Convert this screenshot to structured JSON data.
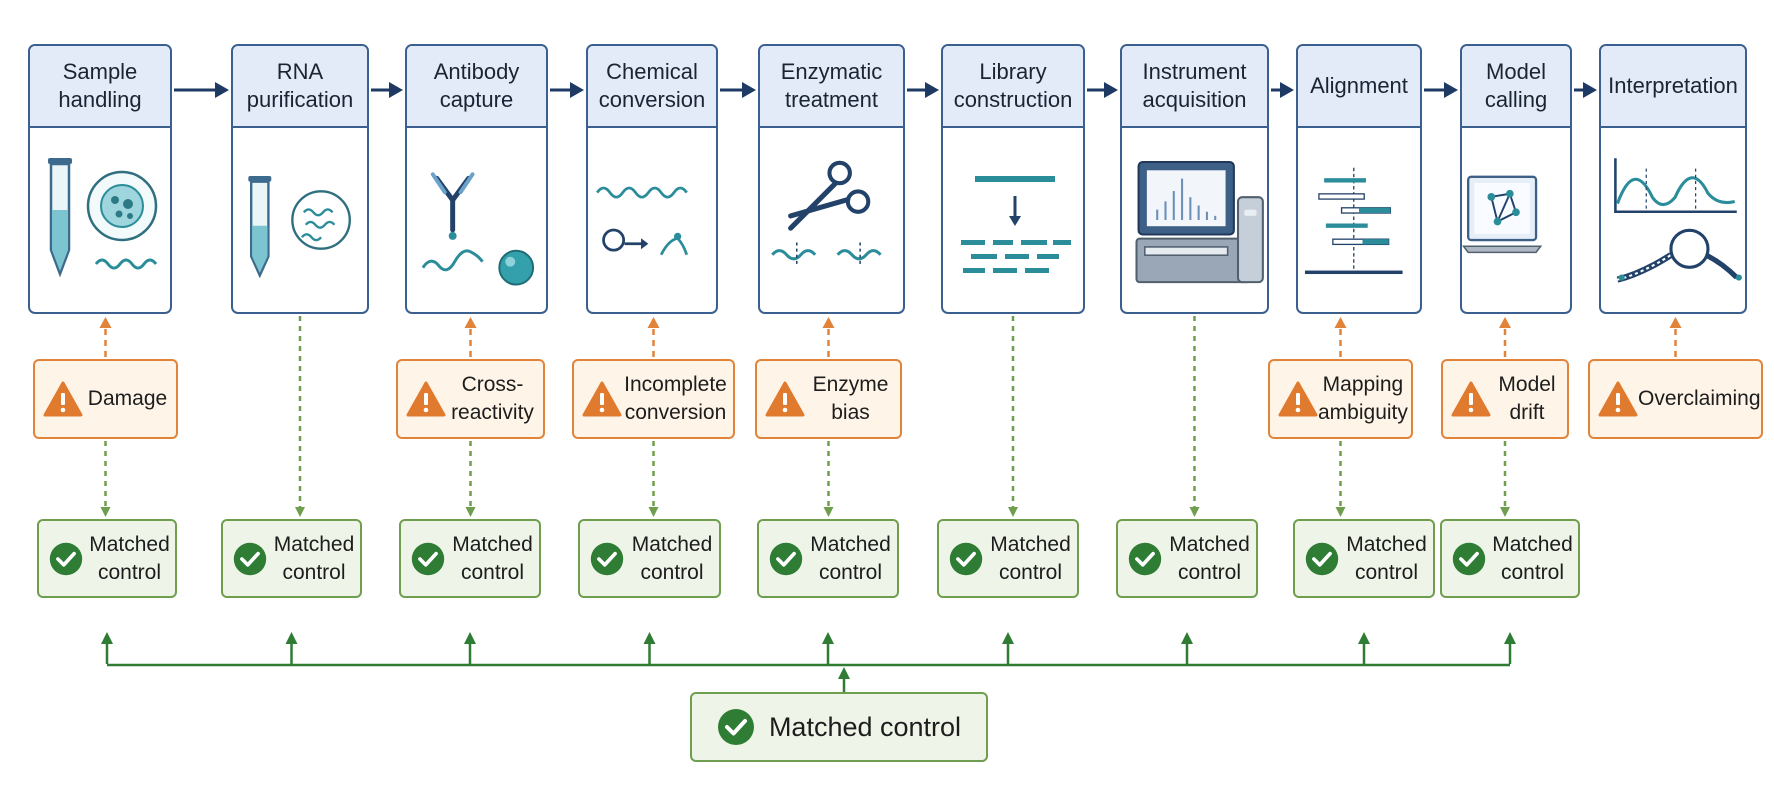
{
  "stages": [
    {
      "id": "sample",
      "label": "Sample\nhandling",
      "icon": "tube-cell-icon"
    },
    {
      "id": "rna",
      "label": "RNA\npurification",
      "icon": "tube-rna-icon"
    },
    {
      "id": "antibody",
      "label": "Antibody\ncapture",
      "icon": "antibody-bead-icon"
    },
    {
      "id": "chemical",
      "label": "Chemical\nconversion",
      "icon": "rna-conversion-icon"
    },
    {
      "id": "enzymatic",
      "label": "Enzymatic\ntreatment",
      "icon": "scissors-icon"
    },
    {
      "id": "library",
      "label": "Library\nconstruction",
      "icon": "fragments-icon"
    },
    {
      "id": "instrument",
      "label": "Instrument\nacquisition",
      "icon": "sequencer-icon"
    },
    {
      "id": "alignment",
      "label": "Alignment",
      "icon": "read-alignment-icon"
    },
    {
      "id": "model",
      "label": "Model\ncalling",
      "icon": "laptop-network-icon"
    },
    {
      "id": "interpretation",
      "label": "Interpretation",
      "icon": "peaks-structure-icon"
    }
  ],
  "risks": {
    "sample": "Damage",
    "antibody": "Cross-\nreactivity",
    "chemical": "Incomplete\nconversion",
    "enzymatic": "Enzyme\nbias",
    "alignment": "Mapping\nambiguity",
    "model": "Model\ndrift",
    "interpretation": "Overclaiming"
  },
  "control_label": "Matched\ncontrol",
  "master_control_label": "Matched control",
  "colors": {
    "stage_border": "#3b5f8e",
    "stage_header": "#e3ebf8",
    "arrow": "#1e3a64",
    "risk_border": "#e2833a",
    "risk_fill": "#fef5e8",
    "warning_icon": "#e07a2f",
    "control_border": "#6f9e4e",
    "control_fill": "#eef5e8",
    "check_icon": "#2f7d35",
    "teal": "#2b8c9a"
  }
}
